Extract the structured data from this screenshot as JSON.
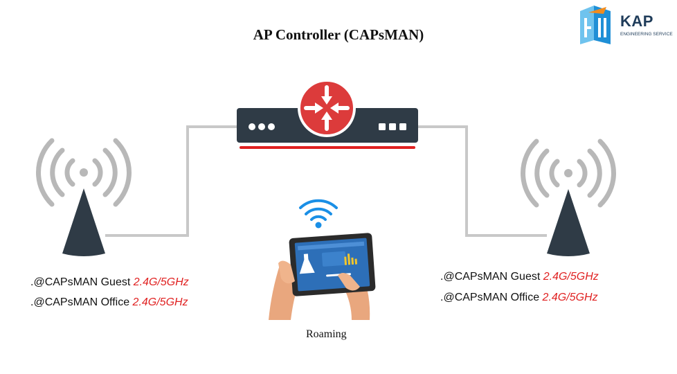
{
  "title": "AP Controller (CAPsMAN)",
  "logo": {
    "name": "KAP",
    "subtitle": "ENGINEERING SERVICE"
  },
  "left_ap": {
    "lines": [
      {
        "prefix": ".",
        "ssid": "@CAPsMAN Guest ",
        "band": "2.4G/5GHz"
      },
      {
        "prefix": ".",
        "ssid": "@CAPsMAN Office ",
        "band": "2.4G/5GHz"
      }
    ]
  },
  "right_ap": {
    "lines": [
      {
        "prefix": ".",
        "ssid": "@CAPsMAN Guest ",
        "band": "2.4G/5GHz"
      },
      {
        "prefix": ".",
        "ssid": "@CAPsMAN Office ",
        "band": "2.4G/5GHz"
      }
    ]
  },
  "roaming_label": "Roaming",
  "colors": {
    "accent_red": "#e02020",
    "router_red": "#dc3b3b",
    "dark": "#2f3b46",
    "wave_gray": "#b8b8b8",
    "cable_gray": "#c8c8c8",
    "wifi_blue": "#1a8fe6",
    "logo_blue": "#1f8fd6",
    "logo_orange": "#f28c1e"
  },
  "icons": [
    "ap-antenna-icon",
    "router-icon",
    "wifi-icon",
    "tablet-icon",
    "kap-logo-icon"
  ]
}
